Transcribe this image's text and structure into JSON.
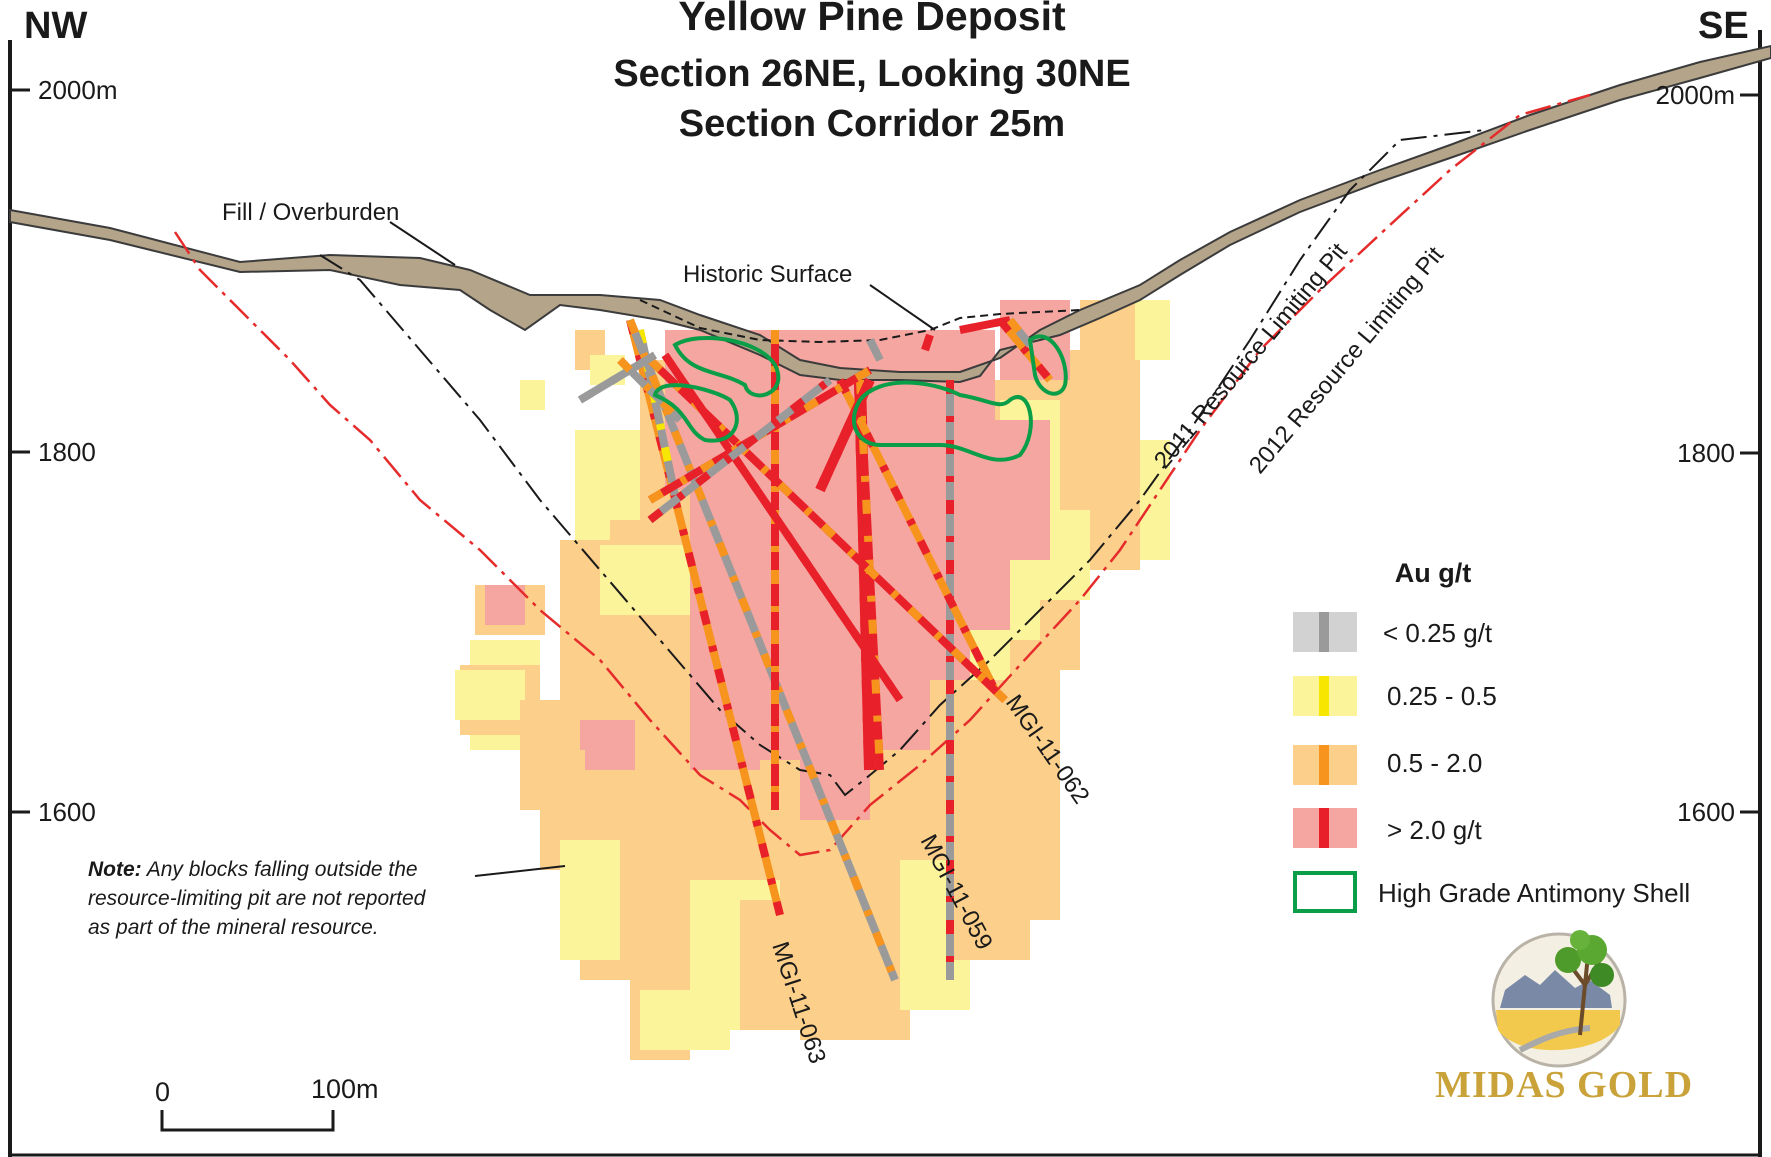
{
  "title": "Yellow Pine Deposit",
  "subtitle_1": "Section 26NE, Looking 30NE",
  "subtitle_2": "Section Corridor 25m",
  "orientation": {
    "left": "NW",
    "right": "SE"
  },
  "elevations": {
    "left": [
      "2000m",
      "1800",
      "1600"
    ],
    "right": [
      "2000m",
      "1800",
      "1600"
    ]
  },
  "labels": {
    "fill": "Fill / Overburden",
    "historic": "Historic Surface",
    "pit_2011": "2011 Resource Limiting Pit",
    "pit_2012": "2012 Resource Limiting Pit"
  },
  "drillholes": [
    "MGI-11-062",
    "MGI-11-059",
    "MGI-11-063"
  ],
  "note": {
    "bold": "Note:",
    "line1_rest": " Any blocks falling outside the",
    "line2": "resource-limiting pit are not reported",
    "line3": "as part of the mineral resource."
  },
  "legend": {
    "title": "Au g/t",
    "items": [
      {
        "label": "< 0.25 g/t",
        "block_color": "#d2d2d2",
        "trace_color": "#9a9a9a"
      },
      {
        "label": "0.25 - 0.5",
        "block_color": "#fbf49a",
        "trace_color": "#f7e600"
      },
      {
        "label": "0.5 - 2.0",
        "block_color": "#fccf8a",
        "trace_color": "#f7941d"
      },
      {
        "label": "> 2.0 g/t",
        "block_color": "#f5a6a0",
        "trace_color": "#e8202a"
      }
    ],
    "shell_label": "High Grade Antimony Shell",
    "shell_color": "#0a9e48"
  },
  "scale": {
    "start": "0",
    "end": "100m"
  },
  "brand": {
    "text": "MIDAS GOLD"
  },
  "colors": {
    "overburden": "#b3a48a",
    "pit_2012": "#e52b2b",
    "pit_2011": "#1a1a1a"
  }
}
